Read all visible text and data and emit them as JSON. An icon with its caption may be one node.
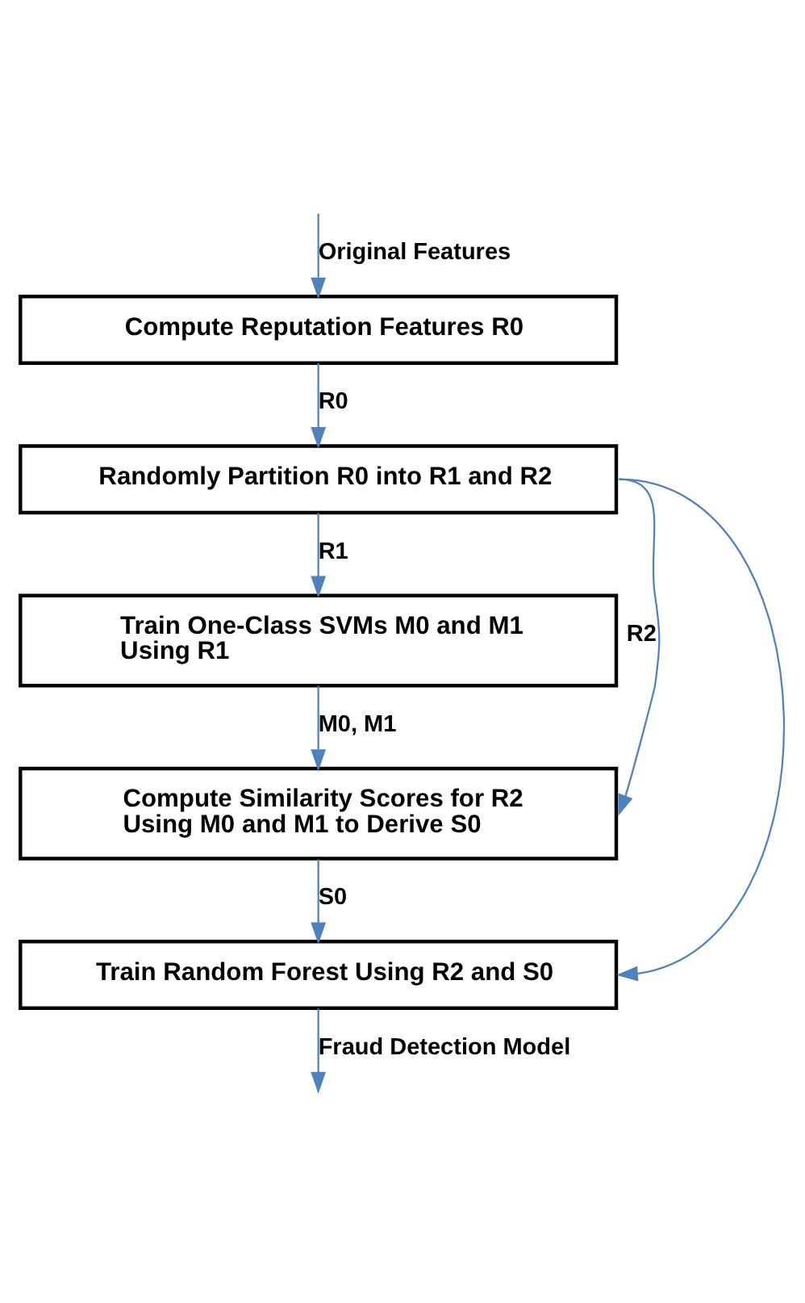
{
  "diagram": {
    "nodes": [
      {
        "text": [
          "Compute Reputation Features R0"
        ]
      },
      {
        "text": [
          "Randomly Partition R0 into R1 and R2"
        ]
      },
      {
        "text": [
          "Train One-Class SVMs M0 and M1 Using R1"
        ]
      },
      {
        "text": [
          "Compute Similarity Scores for R2 Using M0 and M1 to Derive S0"
        ]
      },
      {
        "text": [
          "Train Random Forest Using R2 and S0"
        ]
      }
    ],
    "edges": [
      {
        "from": null,
        "to": 0,
        "arrow": "to",
        "label": "Original Features"
      },
      {
        "from": 0,
        "to": 1,
        "arrow": "to",
        "label": "R0"
      },
      {
        "from": 1,
        "to": 2,
        "arrow": "to",
        "label": "R1"
      },
      {
        "from": 1,
        "to": 3,
        "arrow": "to",
        "label": "R2"
      },
      {
        "from": 1,
        "to": 4,
        "arrow": "to"
      },
      {
        "from": 2,
        "to": 3,
        "arrow": "to",
        "label": "M0, M1"
      },
      {
        "from": 3,
        "to": 4,
        "arrow": "to",
        "label": "S0"
      },
      {
        "from": 4,
        "to": null,
        "arrow": "to",
        "label": "Fraud Detection Model"
      }
    ]
  }
}
